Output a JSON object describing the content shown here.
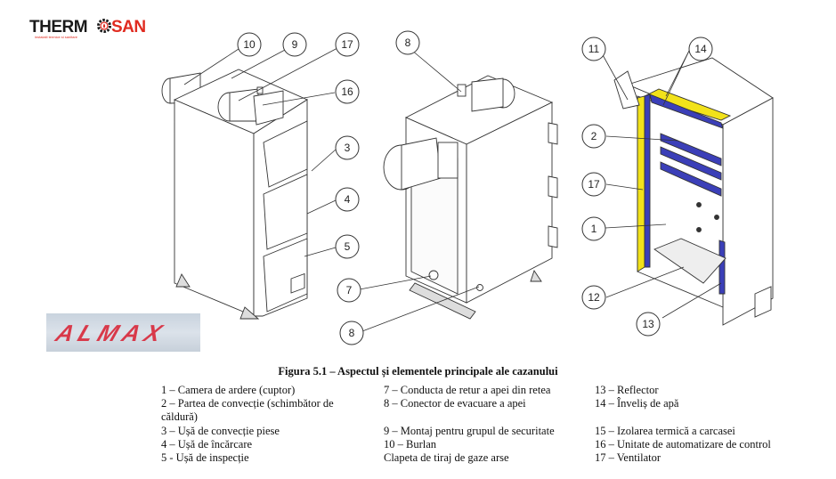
{
  "logo": {
    "brand_dark": "THERM",
    "brand_red": "SAN",
    "tagline": "instalatii termice si sanitare",
    "colors": {
      "dark": "#1a1a1a",
      "red": "#e02b20"
    }
  },
  "product_badge": {
    "text": "ALMAX",
    "color": "#d8394a"
  },
  "figure": {
    "caption": "Figura 5.1 – Aspectul și elementele principale ale cazanului",
    "views": [
      {
        "name": "front-view",
        "callouts": [
          "10",
          "9",
          "17",
          "16",
          "3",
          "4",
          "5"
        ]
      },
      {
        "name": "rear-view",
        "callouts": [
          "8",
          "7",
          "8"
        ]
      },
      {
        "name": "section-view",
        "callouts": [
          "11",
          "14",
          "2",
          "17",
          "1",
          "12",
          "13"
        ]
      }
    ],
    "highlight_colors": {
      "insulation": "#f2e21a",
      "water_jacket": "#3b3fb8"
    }
  },
  "legend": {
    "col1": [
      "1 – Camera de ardere (cuptor)",
      "2 – Partea de convecție (schimbător de",
      "căldură)",
      "3 – Ușă de convecție piese",
      "4 – Ușă de încărcare",
      "5 - Ușă de inspecție"
    ],
    "col2": [
      "7 – Conducta de retur a apei din retea",
      "8 – Conector de evacuare a apei",
      "",
      "9 – Montaj pentru grupul de securitate",
      "10 – Burlan",
      "Clapeta de tiraj de gaze arse"
    ],
    "col3": [
      "13 – Reflector",
      "14 – Înveliș de apă",
      "",
      "15 – Izolarea termică a carcasei",
      "16 – Unitate de automatizare de control",
      "17 – Ventilator"
    ]
  }
}
